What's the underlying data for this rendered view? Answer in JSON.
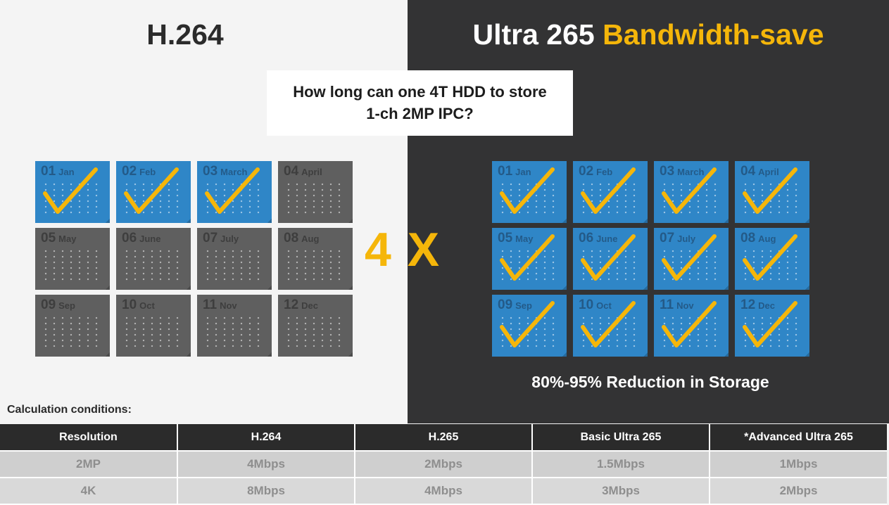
{
  "titles": {
    "left": "H.264",
    "right_main": "Ultra 265",
    "right_accent": "Bandwidth-save"
  },
  "question": "How long can one 4T HDD to store\n1-ch  2MP IPC?",
  "multiplier": "4 X",
  "reduction": "80%-95% Reduction in Storage",
  "conditions_label": "Calculation conditions:",
  "months": [
    {
      "num": "01",
      "name": "Jan"
    },
    {
      "num": "02",
      "name": "Feb"
    },
    {
      "num": "03",
      "name": "March"
    },
    {
      "num": "04",
      "name": "April"
    },
    {
      "num": "05",
      "name": "May"
    },
    {
      "num": "06",
      "name": "June"
    },
    {
      "num": "07",
      "name": "July"
    },
    {
      "num": "08",
      "name": "Aug"
    },
    {
      "num": "09",
      "name": "Sep"
    },
    {
      "num": "10",
      "name": "Oct"
    },
    {
      "num": "11",
      "name": "Nov"
    },
    {
      "num": "12",
      "name": "Dec"
    }
  ],
  "h264_months_covered": 3,
  "ultra265_months_covered": 12,
  "colors": {
    "accent": "#f5b60a",
    "calendar_blue": "#2f86c7",
    "calendar_gray": "#5f5f5f",
    "dark_panel": "#333334"
  },
  "table": {
    "headers": [
      "Resolution",
      "H.264",
      "H.265",
      "Basic Ultra 265",
      "*Advanced Ultra 265"
    ],
    "rows": [
      [
        "2MP",
        "4Mbps",
        "2Mbps",
        "1.5Mbps",
        "1Mbps"
      ],
      [
        "4K",
        "8Mbps",
        "4Mbps",
        "3Mbps",
        "2Mbps"
      ]
    ]
  }
}
